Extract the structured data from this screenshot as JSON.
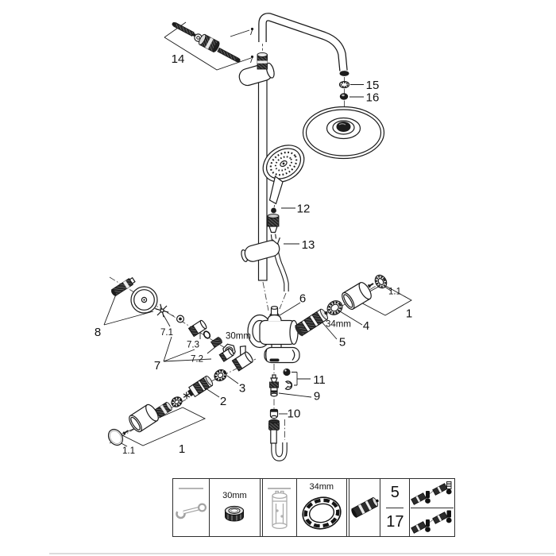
{
  "diagram": {
    "callouts": {
      "c14": "14",
      "c15": "15",
      "c16": "16",
      "c12": "12",
      "c13": "13",
      "c8": "8",
      "c7": "7",
      "c7_1": "7.1",
      "c7_3": "7.3",
      "c7_2": "7.2",
      "c30mm": "30mm",
      "c6": "6",
      "c34mm": "34mm",
      "c4": "4",
      "c5": "5",
      "c1_1_right": "1.1",
      "c1_right": "1",
      "c3": "3",
      "c2": "2",
      "c11": "11",
      "c9": "9",
      "c10": "10",
      "c1_1_left": "1.1",
      "c1_left": "1"
    }
  },
  "legend": {
    "size_30": "30mm",
    "size_34": "34mm",
    "rows": [
      {
        "ref": "5"
      },
      {
        "ref": "17"
      }
    ]
  },
  "colors": {
    "line": "#1a1a1a",
    "tool_gray": "#a3a3a3",
    "footer_divider": "#dcdcdc",
    "background": "#ffffff"
  }
}
